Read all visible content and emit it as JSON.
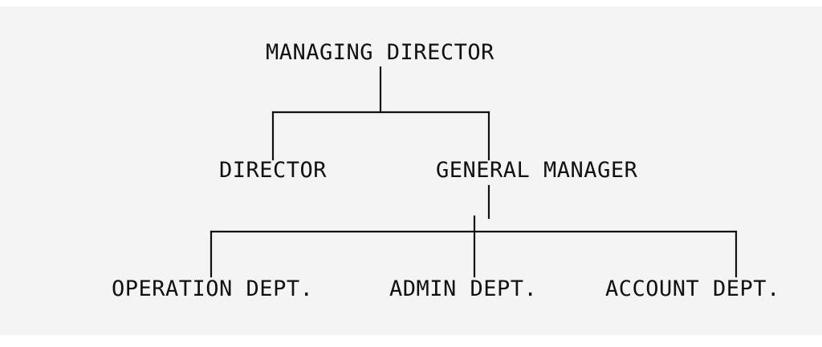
{
  "chart": {
    "nodes": {
      "managing_director": "MANAGING DIRECTOR",
      "director": "DIRECTOR",
      "general_manager": "GENERAL MANAGER",
      "operation_dept": "OPERATION DEPT.",
      "admin_dept": "ADMIN DEPT.",
      "account_dept": "ACCOUNT DEPT."
    }
  },
  "colors": {
    "background": "#f4f4f4",
    "ink": "#111111"
  }
}
